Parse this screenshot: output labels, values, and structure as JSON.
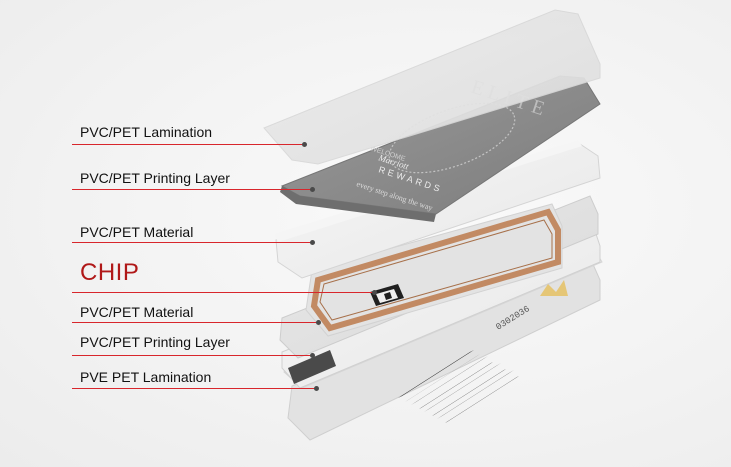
{
  "layers": [
    {
      "id": "lamination-top",
      "label": "PVC/PET Lamination",
      "style": "normal"
    },
    {
      "id": "printing-top",
      "label": "PVC/PET Printing Layer",
      "style": "normal"
    },
    {
      "id": "material-top",
      "label": "PVC/PET Material",
      "style": "normal"
    },
    {
      "id": "chip",
      "label": "CHIP",
      "style": "chip"
    },
    {
      "id": "material-bottom",
      "label": "PVC/PET Material",
      "style": "normal"
    },
    {
      "id": "printing-bottom",
      "label": "PVC/PET Printing Layer",
      "style": "normal"
    },
    {
      "id": "lamination-bottom",
      "label": "PVE PET Lamination",
      "style": "normal"
    }
  ],
  "card_print": {
    "logo_text": "ELITE",
    "welcome": "WELCOME",
    "brand": "Marriott",
    "program": "REWARDS",
    "tagline": "every step along the way",
    "serial": "0302036"
  },
  "colors": {
    "leader_line": "#d8262c",
    "chip_label": "#b01818",
    "coil": "#c28a63",
    "printed_card": "#8a8a8a"
  }
}
